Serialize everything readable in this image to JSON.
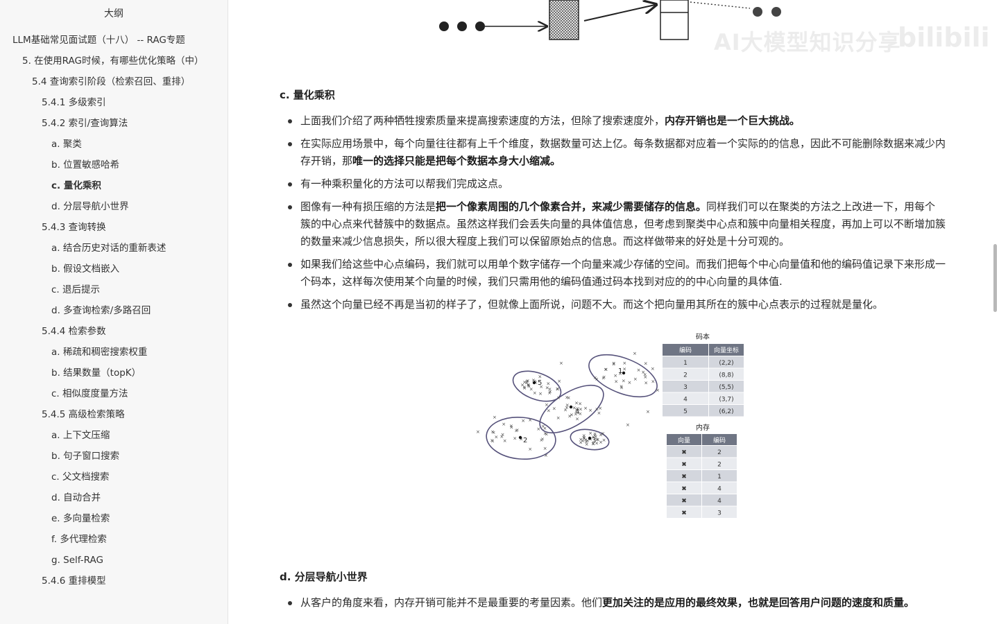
{
  "sidebar": {
    "title": "大纲",
    "items": [
      {
        "label": "LLM基础常见面试题（十八） -- RAG专题",
        "level": 0
      },
      {
        "label": "5. 在使用RAG时候，有哪些优化策略（中）",
        "level": 1
      },
      {
        "label": "5.4 查询索引阶段（检索召回、重排）",
        "level": 2
      },
      {
        "label": "5.4.1 多级索引",
        "level": 3
      },
      {
        "label": "5.4.2 索引/查询算法",
        "level": 3
      },
      {
        "label": "a. 聚类",
        "level": 4
      },
      {
        "label": "b. 位置敏感哈希",
        "level": 4
      },
      {
        "label": "c. 量化乘积",
        "level": 4,
        "active": true
      },
      {
        "label": "d. 分层导航小世界",
        "level": 4
      },
      {
        "label": "5.4.3 查询转换",
        "level": 3
      },
      {
        "label": "a. 结合历史对话的重新表述",
        "level": 4
      },
      {
        "label": "b. 假设文档嵌入",
        "level": 4
      },
      {
        "label": "c. 退后提示",
        "level": 4
      },
      {
        "label": "d. 多查询检索/多路召回",
        "level": 4
      },
      {
        "label": "5.4.4 检索参数",
        "level": 3
      },
      {
        "label": "a. 稀疏和稠密搜索权重",
        "level": 4
      },
      {
        "label": "b. 结果数量（topK）",
        "level": 4
      },
      {
        "label": "c. 相似度度量方法",
        "level": 4
      },
      {
        "label": "5.4.5 高级检索策略",
        "level": 3
      },
      {
        "label": "a. 上下文压缩",
        "level": 4
      },
      {
        "label": "b. 句子窗口搜索",
        "level": 4
      },
      {
        "label": "c. 父文档搜索",
        "level": 4
      },
      {
        "label": "d. 自动合并",
        "level": 4
      },
      {
        "label": "e. 多向量检索",
        "level": 4
      },
      {
        "label": "f. 多代理检索",
        "level": 4
      },
      {
        "label": "g. Self-RAG",
        "level": 4
      },
      {
        "label": "5.4.6 重排模型",
        "level": 3
      }
    ]
  },
  "main": {
    "section_c": {
      "heading": "c. 量化乘积",
      "bullets": [
        [
          {
            "t": "上面我们介绍了两种牺牲搜索质量来提高搜索速度的方法，但除了搜索速度外，",
            "b": false
          },
          {
            "t": "内存开销也是一个巨大挑战。",
            "b": true
          }
        ],
        [
          {
            "t": "在实际应用场景中，每个向量往往都有上千个维度，数据数量可达上亿。每条数据都对应着一个实际的的信息，因此不可能删除数据来减少内存开销，那",
            "b": false
          },
          {
            "t": "唯一的选择只能是把每个数据本身大小缩减。",
            "b": true
          }
        ],
        [
          {
            "t": "有一种乘积量化的方法可以帮我们完成这点。",
            "b": false
          }
        ],
        [
          {
            "t": "图像有一种有损压缩的方法是",
            "b": false
          },
          {
            "t": "把一个像素周围的几个像素合并，来减少需要储存的信息。",
            "b": true
          },
          {
            "t": "同样我们可以在聚类的方法之上改进一下，用每个簇的中心点来代替簇中的数据点。虽然这样我们会丢失向量的具体值信息，但考虑到聚类中心点和簇中向量相关程度，再加上可以不断增加簇的数量来减少信息损失，所以很大程度上我们可以保留原始点的信息。而这样做带来的好处是十分可观的。",
            "b": false
          }
        ],
        [
          {
            "t": "如果我们给这些中心点编码，我们就可以用单个数字储存一个向量来减少存储的空间。而我们把每个中心向量值和他的编码值记录下来形成一个码本，这样每次使用某个向量的时候，我们只需用他的编码值通过码本找到对应的的中心向量的具体值.",
            "b": false
          }
        ],
        [
          {
            "t": "虽然这个向量已经不再是当初的样子了，但就像上面所说，问题不大。而这个把向量用其所在的簇中心点表示的过程就是量化。",
            "b": false
          }
        ]
      ]
    },
    "figure": {
      "cluster_labels": [
        "1",
        "2",
        "3",
        "4",
        "5"
      ],
      "codebook": {
        "title": "码本",
        "headers": [
          "编码",
          "向量坐标"
        ],
        "rows": [
          [
            "1",
            "(2,2)"
          ],
          [
            "2",
            "(8,8)"
          ],
          [
            "3",
            "(5,5)"
          ],
          [
            "4",
            "(3,7)"
          ],
          [
            "5",
            "(6,2)"
          ]
        ]
      },
      "memory": {
        "title": "内存",
        "headers": [
          "向量",
          "编码"
        ],
        "rows": [
          [
            "✖",
            "2"
          ],
          [
            "✖",
            "2"
          ],
          [
            "✖",
            "1"
          ],
          [
            "✖",
            "4"
          ],
          [
            "✖",
            "4"
          ],
          [
            "✖",
            "3"
          ]
        ]
      }
    },
    "section_d": {
      "heading": "d. 分层导航小世界",
      "bullets": [
        [
          {
            "t": "从客户的角度来看，内存开销可能并不是最重要的考量因素。他们",
            "b": false
          },
          {
            "t": "更加关注的是应用的最终效果，也就是回答用户问题的速度和质量。",
            "b": true
          }
        ]
      ]
    },
    "watermark": "AI大模型知识分享",
    "colors": {
      "sidebar_bg": "#f7f7f7",
      "text": "#2b2b2b",
      "ellipse": "#55517a"
    }
  }
}
